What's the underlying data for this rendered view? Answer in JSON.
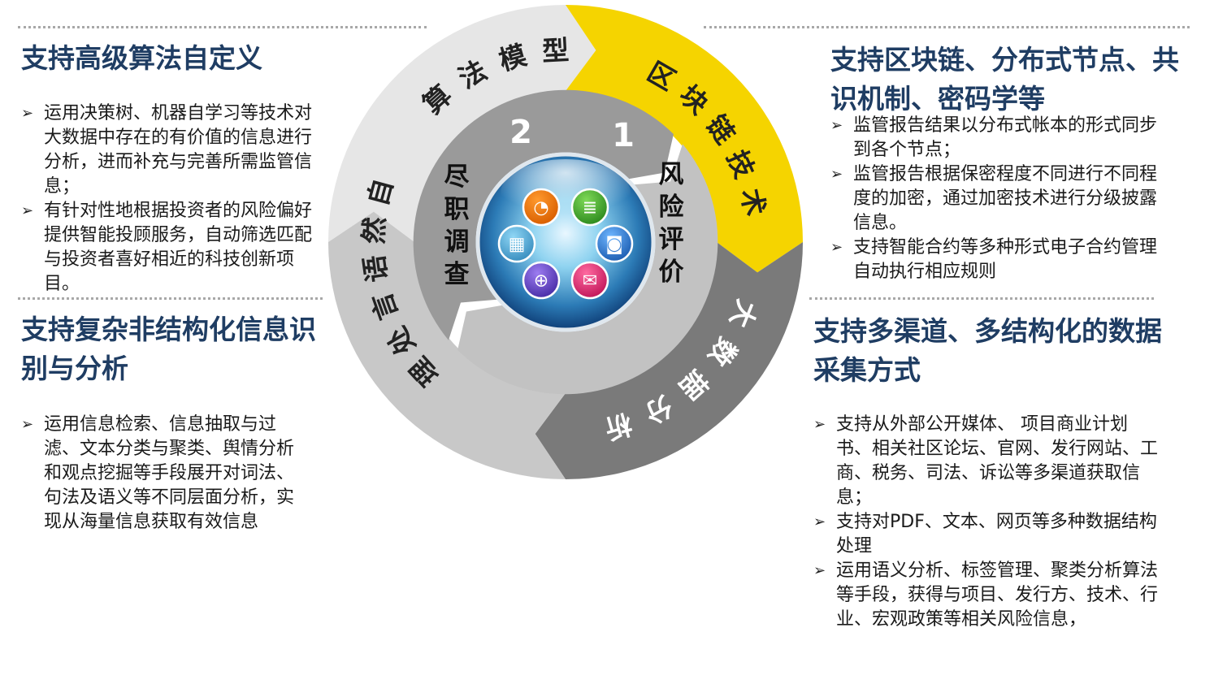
{
  "colors": {
    "heading": "#1f3d63",
    "blockchain_arc": "#f5d400",
    "light_arc": "#e6e6e6",
    "mid_arc": "#c8c8c8",
    "dark_arc": "#7a7a7a",
    "inner_dark": "#9a9a9a",
    "inner_light": "#c2c2c2"
  },
  "left_top": {
    "heading": "支持高级算法自定义",
    "bullets": [
      "运用决策树、机器自学习等技术对大数据中存在的有价值的信息进行分析，进而补充与完善所需监管信息；",
      "有针对性地根据投资者的风险偏好提供智能投顾服务，自动筛选匹配与投资者喜好相近的科技创新项目。"
    ]
  },
  "left_bottom": {
    "heading": "支持复杂非结构化信息识别与分析",
    "bullets": [
      "运用信息检索、信息抽取与过滤、文本分类与聚类、舆情分析和观点挖掘等手段展开对词法、句法及语义等不同层面分析，实现从海量信息获取有效信息"
    ]
  },
  "right_top": {
    "heading": "支持区块链、分布式节点、共识机制、密码学等",
    "bullets": [
      "监管报告结果以分布式帐本的形式同步到各个节点；",
      "监管报告根据保密程度不同进行不同程度的加密，通过加密技术进行分级披露信息。",
      "支持智能合约等多种形式电子合约管理自动执行相应规则"
    ]
  },
  "right_bottom": {
    "heading": "支持多渠道、多结构化的数据采集方式",
    "bullets": [
      "支持从外部公开媒体、 项目商业计划书、相关社区论坛、官网、发行网站、工商、税务、司法、诉讼等多渠道获取信息；",
      "支持对PDF、文本、网页等多种数据结构处理",
      "运用语义分析、标签管理、聚类分析算法等手段，获得与项目、发行方、技术、行业、宏观政策等相关风险信息，"
    ]
  },
  "cycle": {
    "outer": [
      "算法模型",
      "区块链技术",
      "大数据分析",
      "自然语言处理"
    ],
    "inner": [
      "风险评价",
      "尽职调查"
    ],
    "numbers": [
      "1",
      "2"
    ]
  },
  "hub_icons": [
    "rss-icon",
    "database-icon",
    "camera-icon",
    "mail-icon",
    "web-cursor-icon",
    "calculator-icon"
  ]
}
